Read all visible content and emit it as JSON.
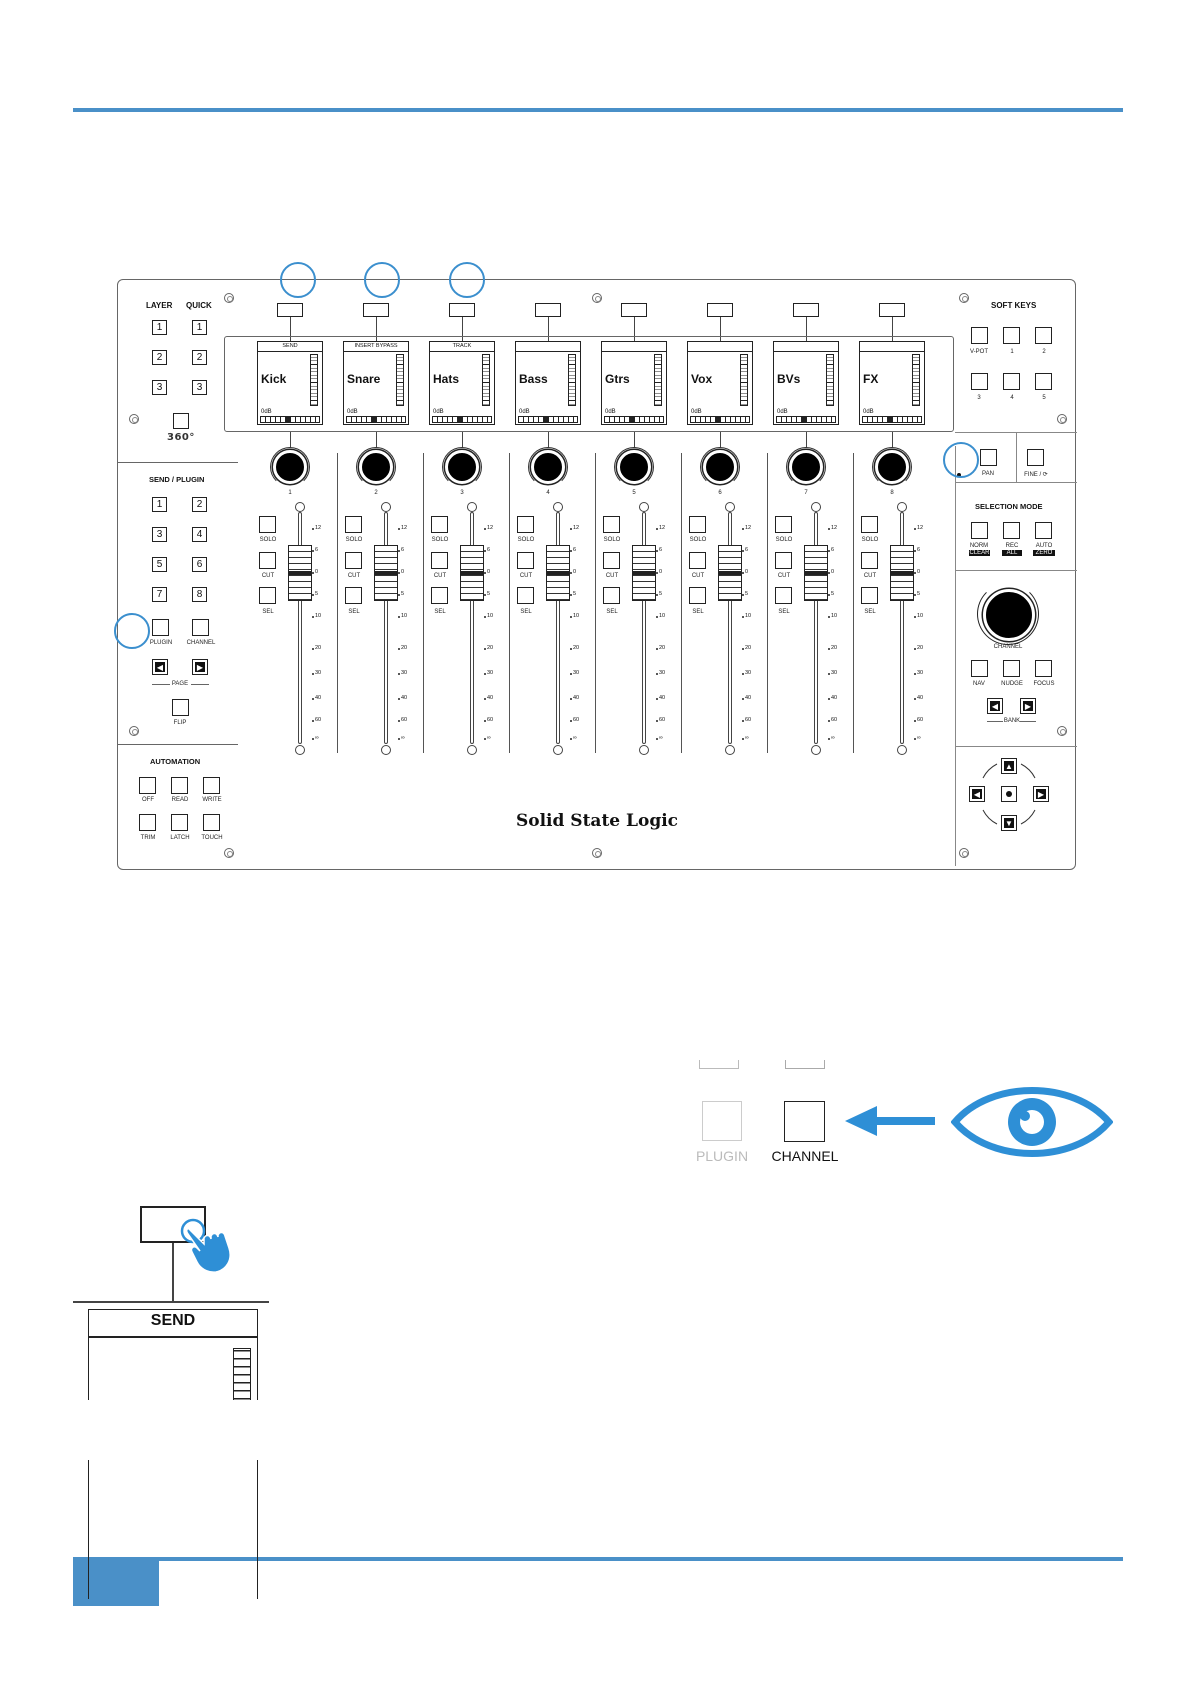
{
  "colors": {
    "accent": "#4a90c8",
    "highlight": "#3b8fce"
  },
  "left": {
    "layer_title": "LAYER",
    "quick_title": "QUICK",
    "layer_buttons": [
      "1",
      "2",
      "3"
    ],
    "quick_buttons": [
      "1",
      "2",
      "3"
    ],
    "logo_360": "360°",
    "send_plugin_title": "SEND / PLUGIN",
    "send_buttons": [
      "1",
      "2",
      "3",
      "4",
      "5",
      "6",
      "7",
      "8"
    ],
    "plugin_label": "PLUGIN",
    "channel_label": "CHANNEL",
    "page_label": "PAGE",
    "flip_label": "FLIP",
    "automation_title": "AUTOMATION",
    "automation_buttons": [
      "OFF",
      "READ",
      "WRITE",
      "TRIM",
      "LATCH",
      "TOUCH"
    ]
  },
  "channels": [
    {
      "mode": "SEND",
      "name": "Kick",
      "level": "0dB",
      "number": "1"
    },
    {
      "mode": "INSERT BYPASS",
      "name": "Snare",
      "level": "0dB",
      "number": "2"
    },
    {
      "mode": "TRACK",
      "name": "Hats",
      "level": "0dB",
      "number": "3"
    },
    {
      "mode": "",
      "name": "Bass",
      "level": "0dB",
      "number": "4"
    },
    {
      "mode": "",
      "name": "Gtrs",
      "level": "0dB",
      "number": "5"
    },
    {
      "mode": "",
      "name": "Vox",
      "level": "0dB",
      "number": "6"
    },
    {
      "mode": "",
      "name": "BVs",
      "level": "0dB",
      "number": "7"
    },
    {
      "mode": "",
      "name": "FX",
      "level": "0dB",
      "number": "8"
    }
  ],
  "strip_buttons": {
    "solo": "SOLO",
    "cut": "CUT",
    "sel": "SEL"
  },
  "fader_scale": [
    "12",
    "6",
    "0",
    "5",
    "10",
    "20",
    "30",
    "40",
    "60",
    "∞"
  ],
  "brand": "Solid State Logic",
  "right": {
    "soft_keys_title": "SOFT KEYS",
    "soft_keys": [
      "V-POT",
      "1",
      "2",
      "3",
      "4",
      "5"
    ],
    "pan_label": "PAN",
    "fine_label": "FINE / ⟳",
    "selection_mode_title": "SELECTION MODE",
    "selection_modes": [
      {
        "top": "NORM",
        "bottom": "CLEAR"
      },
      {
        "top": "REC",
        "bottom": "ALL"
      },
      {
        "top": "AUTO",
        "bottom": "ZERO"
      }
    ],
    "channel_label": "CHANNEL",
    "nav_buttons": [
      "NAV",
      "NUDGE",
      "FOCUS"
    ],
    "bank_label": "BANK"
  },
  "callout": {
    "plugin": "PLUGIN",
    "channel": "CHANNEL"
  },
  "zoom": {
    "send_label": "SEND"
  }
}
